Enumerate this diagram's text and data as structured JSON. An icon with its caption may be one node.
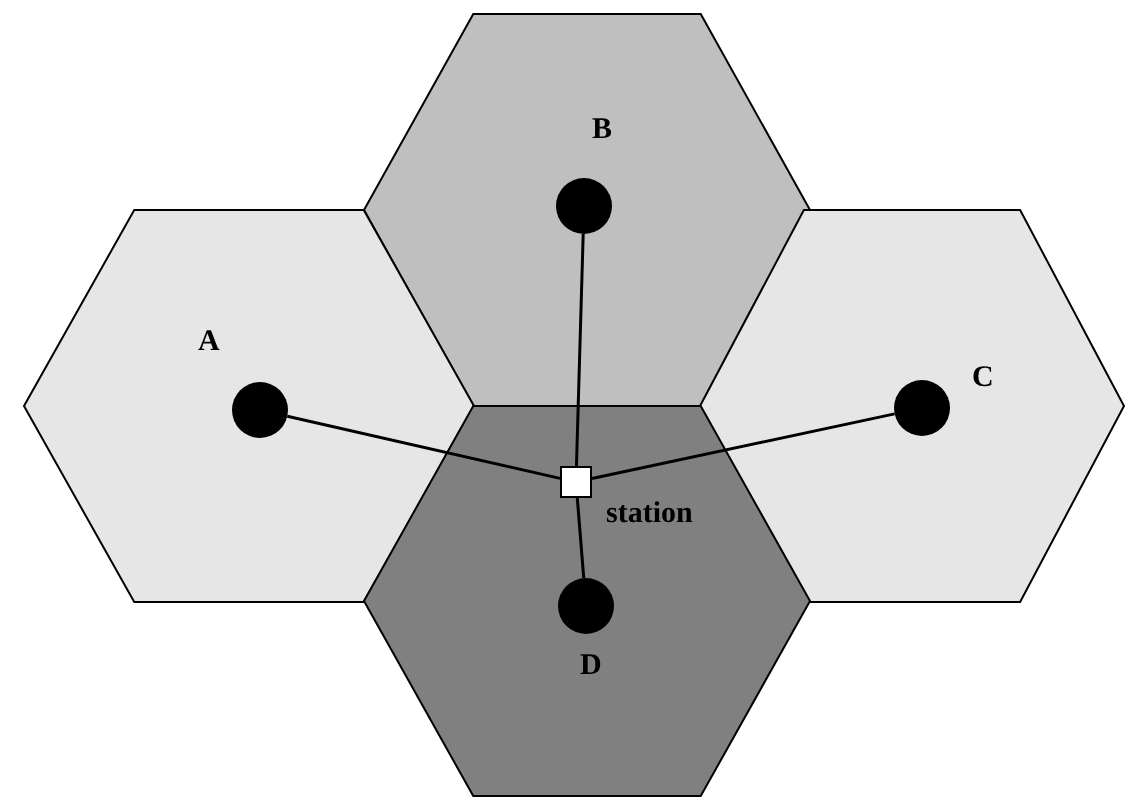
{
  "diagram": {
    "nodes": [
      {
        "text": [],
        "shape": "hexagon"
      },
      {
        "text": [],
        "shape": "hexagon"
      },
      {
        "text": [],
        "shape": "hexagon"
      },
      {
        "text": [],
        "shape": "hexagon"
      },
      {
        "text": [],
        "shape": "circle",
        "beside": [
          "B"
        ],
        "in": 0
      },
      {
        "text": [],
        "shape": "circle",
        "beside": [
          "A"
        ],
        "in": 1
      },
      {
        "text": [],
        "shape": "circle",
        "beside": [
          "C"
        ],
        "in": 2
      },
      {
        "text": [],
        "shape": "circle",
        "beside": [
          "D"
        ],
        "in": 3
      },
      {
        "text": [],
        "shape": "box",
        "beside": [
          "station"
        ],
        "in": 3
      }
    ],
    "edges": [
      {
        "from": 5,
        "to": 8,
        "arrow": "none"
      },
      {
        "from": 4,
        "to": 8,
        "arrow": "none"
      },
      {
        "from": 6,
        "to": 8,
        "arrow": "none"
      },
      {
        "from": 7,
        "to": 8,
        "arrow": "none"
      }
    ]
  }
}
